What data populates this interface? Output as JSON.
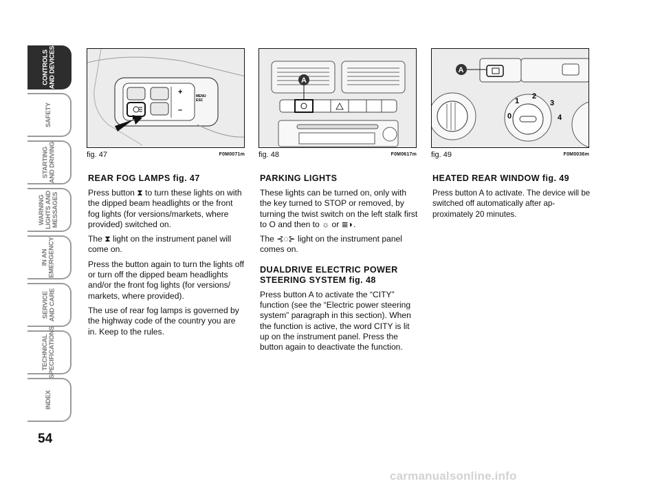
{
  "page_number": "54",
  "sidebar": {
    "tabs": [
      {
        "label": "CONTROLS\nAND DEVICES",
        "active": true
      },
      {
        "label": "SAFETY",
        "active": false
      },
      {
        "label": "STARTING\nAND DRIVING",
        "active": false
      },
      {
        "label": "WARNING\nLIGHTS AND\nMESSAGES",
        "active": false
      },
      {
        "label": "IN AN\nEMERGENCY",
        "active": false
      },
      {
        "label": "SERVICE\nAND CARE",
        "active": false
      },
      {
        "label": "TECHNICAL\nSPECIFICATIONS",
        "active": false
      },
      {
        "label": "INDEX",
        "active": false
      }
    ]
  },
  "figures": [
    {
      "caption": "fig. 47",
      "code": "F0M0071m",
      "labels": {
        "button": "MENU\nESC",
        "plus": "+",
        "minus": "–"
      }
    },
    {
      "caption": "fig. 48",
      "code": "F0M0617m",
      "labels": {
        "callout": "A"
      }
    },
    {
      "caption": "fig. 49",
      "code": "F0M0036m",
      "labels": {
        "callout": "A",
        "dial_0": "0",
        "dial_1": "1",
        "dial_2": "2",
        "dial_3": "3",
        "dial_4": "4"
      }
    }
  ],
  "columns": {
    "left": {
      "heading": "REAR FOG LAMPS fig. 47",
      "p1": "Press button ⧗ to turn these lights on with the dipped beam headlights or the front fog lights (for versions/markets, where provided) switched on.",
      "p2": "The ⧗ light on the instrument panel will come on.",
      "p3": "Press the button again to turn the lights off or turn off the dipped beam headlights and/or the front fog lights (for versions/ markets, where provided).",
      "p4": "The use of rear fog lamps is governed by the highway code of the country you are in. Keep to the rules."
    },
    "middle": {
      "heading1": "PARKING LIGHTS",
      "p1": "These lights can be turned on, only with the key turned to STOP or removed, by turning the twist switch on the left stalk first to O and then to ☼ or ≣◗.",
      "p2": "The ⊰◌⊱ light on the instrument panel comes on.",
      "heading2": "DUALDRIVE ELECTRIC POWER STEERING SYSTEM fig. 48",
      "p3": "Press button A to activate the “CITY” function (see the “Electric power steering system” paragraph in this section). When the function is active, the word CITY is lit up on the instrument panel. Press the button again to deactivate the function."
    },
    "right": {
      "heading": "HEATED REAR WINDOW fig. 49",
      "p1": "Press button A to activate. The device will be switched off automatically after ap-proximately 20 minutes."
    }
  },
  "watermark": "carmanualsonline.info"
}
